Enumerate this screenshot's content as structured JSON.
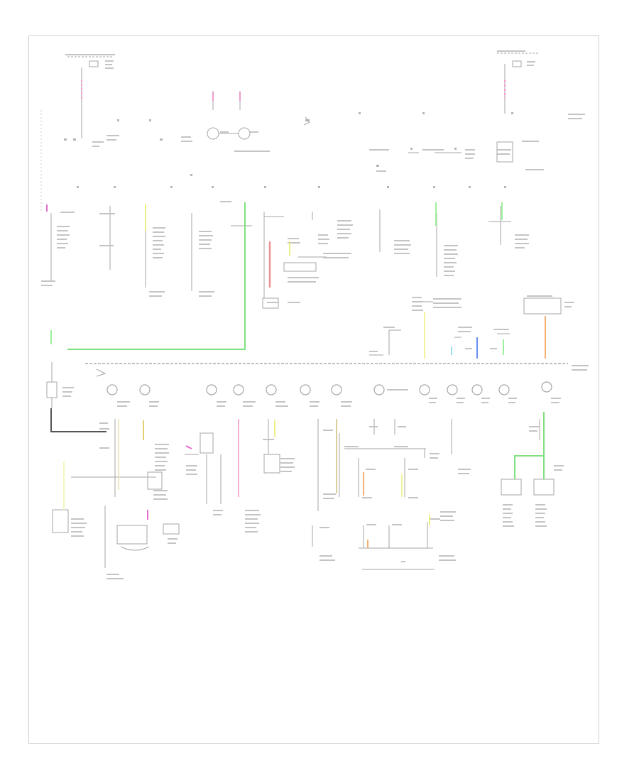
{
  "diagram": {
    "colors": {
      "frame": "#cfcfcf",
      "line": "#a6a6a6",
      "text": "#9a9a9a",
      "wire_green": "#7fe07f",
      "wire_lightgreen": "#9cf09c",
      "wire_red": "#f08f8f",
      "wire_pink": "#f29acb",
      "wire_magenta": "#e86ad0",
      "wire_yellow": "#eeee80",
      "wire_tan": "#d8cf98",
      "wire_orange": "#f4b070",
      "wire_blue": "#6a8ff0",
      "wire_cyan": "#9adff0"
    },
    "page_number": "",
    "wires": [
      {
        "name": "green-main-wire",
        "color": "wire_green"
      },
      {
        "name": "red-wire",
        "color": "wire_red"
      },
      {
        "name": "pink-wire",
        "color": "wire_pink"
      },
      {
        "name": "magenta-wire",
        "color": "wire_magenta"
      },
      {
        "name": "yellow-wire",
        "color": "wire_yellow"
      },
      {
        "name": "tan-wire",
        "color": "wire_tan"
      },
      {
        "name": "orange-wire",
        "color": "wire_orange"
      },
      {
        "name": "blue-wire",
        "color": "wire_blue"
      },
      {
        "name": "cyan-wire",
        "color": "wire_cyan"
      }
    ]
  }
}
